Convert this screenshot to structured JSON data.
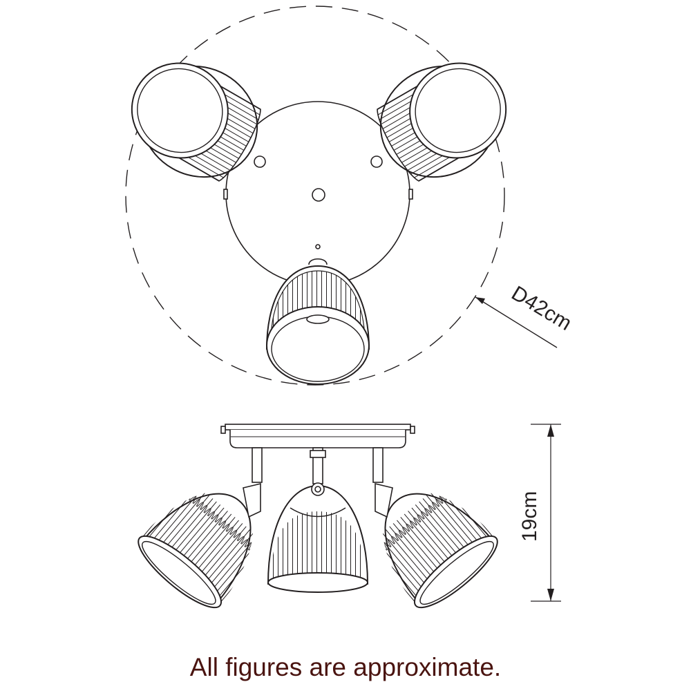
{
  "diagram": {
    "diameter_label": "D42cm",
    "height_label": "19cm",
    "note": "All figures are approximate."
  },
  "colors": {
    "line": "#231f20",
    "note_text": "#4a1410",
    "background": "#ffffff"
  }
}
